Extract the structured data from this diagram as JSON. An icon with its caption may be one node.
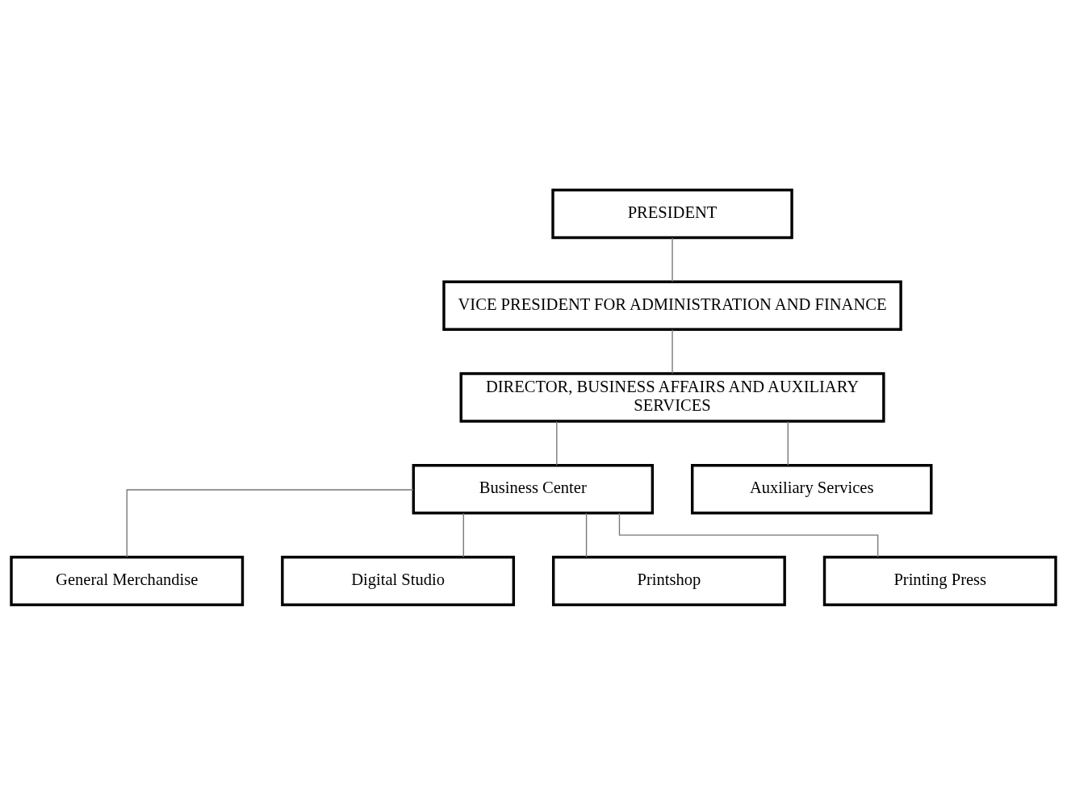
{
  "diagram": {
    "nodes": [
      {
        "text": [
          "PRESIDENT"
        ]
      },
      {
        "text": [
          "VICE PRESIDENT FOR ADMINISTRATION AND FINANCE"
        ]
      },
      {
        "text": [
          "DIRECTOR, BUSINESS AFFAIRS AND AUXILIARY SERVICES"
        ]
      },
      {
        "text": [
          "Business Center"
        ]
      },
      {
        "text": [
          "Auxiliary Services"
        ]
      },
      {
        "text": [
          "General Merchandise"
        ]
      },
      {
        "text": [
          "Digital Studio"
        ]
      },
      {
        "text": [
          "Printshop"
        ]
      },
      {
        "text": [
          "Printing Press"
        ]
      }
    ],
    "edges": [
      {
        "from": 0,
        "to": 1,
        "arrow": "none"
      },
      {
        "from": 1,
        "to": 2,
        "arrow": "none"
      },
      {
        "from": 2,
        "to": 3,
        "arrow": "none"
      },
      {
        "from": 2,
        "to": 4,
        "arrow": "none"
      },
      {
        "from": 3,
        "to": 5,
        "arrow": "none"
      },
      {
        "from": 3,
        "to": 6,
        "arrow": "none"
      },
      {
        "from": 3,
        "to": 7,
        "arrow": "none"
      },
      {
        "from": 3,
        "to": 8,
        "arrow": "none"
      }
    ]
  }
}
